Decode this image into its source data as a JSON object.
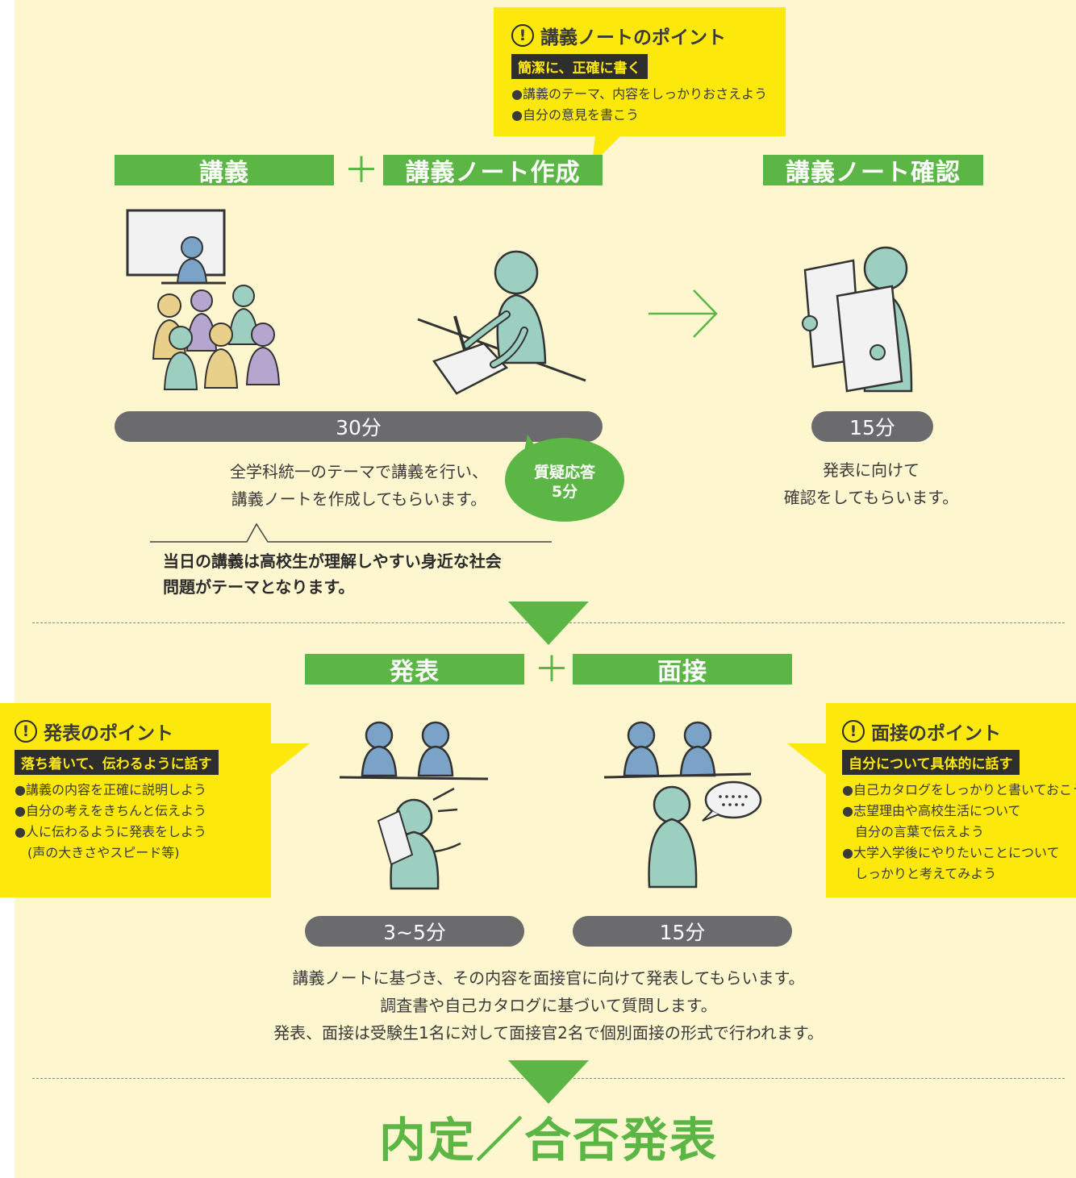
{
  "lecture_tip": {
    "title": "講義ノートのポイント",
    "subtitle": "簡潔に、正確に書く",
    "items": [
      "●講義のテーマ、内容をしっかりおさえよう",
      "●自分の意見を書こう"
    ]
  },
  "step1": {
    "lecture_label": "講義",
    "plus": "＋",
    "note_label": "講義ノート作成",
    "check_label": "講義ノート確認",
    "time_main": "30分",
    "time_check": "15分",
    "qa_line1": "質疑応答",
    "qa_line2": "5分",
    "desc_main": [
      "全学科統一のテーマで講義を行い、",
      "講義ノートを作成してもらいます。"
    ],
    "desc_check": [
      "発表に向けて",
      "確認をしてもらいます。"
    ],
    "note_callout": [
      "当日の講義は高校生が理解しやすい身近な社会",
      "問題がテーマとなります。"
    ]
  },
  "step2": {
    "present_label": "発表",
    "plus": "＋",
    "interview_label": "面接",
    "time_present": "3~5分",
    "time_interview": "15分",
    "desc": [
      "講義ノートに基づき、その内容を面接官に向けて発表してもらいます。",
      "調査書や自己カタログに基づいて質問します。",
      "発表、面接は受験生1名に対して面接官2名で個別面接の形式で行われます。"
    ]
  },
  "present_tip": {
    "title": "発表のポイント",
    "subtitle": "落ち着いて、伝わるように話す",
    "items": [
      "●講義の内容を正確に説明しよう",
      "●自分の考えをきちんと伝えよう",
      "●人に伝わるように発表をしよう",
      "　(声の大きさやスピード等)"
    ]
  },
  "interview_tip": {
    "title": "面接のポイント",
    "subtitle": "自分について具体的に話す",
    "items": [
      "●自己カタログをしっかりと書いておこう",
      "●志望理由や高校生活について",
      "　自分の言葉で伝えよう",
      "●大学入学後にやりたいことについて",
      "　しっかりと考えてみよう"
    ]
  },
  "result": {
    "label": "内定／合否発表"
  },
  "colors": {
    "green": "#5cb646",
    "yellow": "#fde80c",
    "cream": "#fdf6cf",
    "gray_pill": "#6b6b6e",
    "teal_figure": "#9ccfbf",
    "blue_figure": "#7aa3c7",
    "purple_figure": "#b4a6cf",
    "gold_figure": "#e8d08a"
  }
}
